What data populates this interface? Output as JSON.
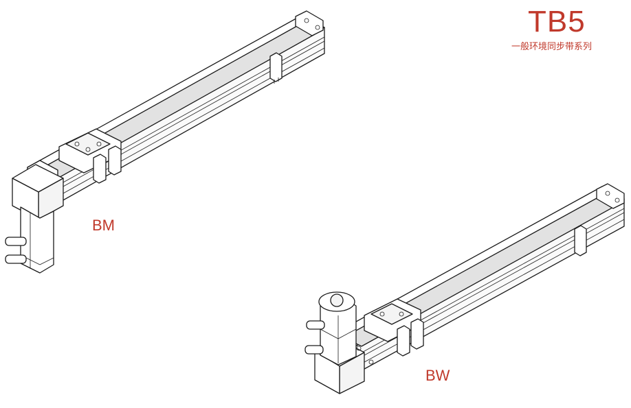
{
  "header": {
    "title": "TB5",
    "subtitle": "一般环境同步带系列"
  },
  "actuators": [
    {
      "label": "BM"
    },
    {
      "label": "BW"
    }
  ],
  "colors": {
    "accent": "#c0392b",
    "body": "#ffffff",
    "belt": "#e2e2e2",
    "outline": "#1a1a1a"
  }
}
